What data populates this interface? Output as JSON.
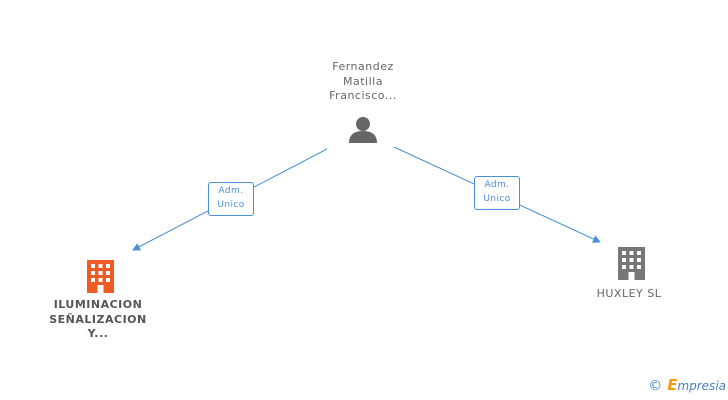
{
  "person": {
    "name_lines": [
      "Fernandez",
      "Matilla",
      "Francisco..."
    ],
    "icon": "person-icon",
    "color": "#666666"
  },
  "companies": [
    {
      "name_lines": [
        "ILUMINACION",
        "SEÑALIZACION",
        "Y..."
      ],
      "icon": "building-icon",
      "color": "#f05a24"
    },
    {
      "name_lines": [
        "HUXLEY SL"
      ],
      "icon": "building-icon",
      "color": "#777777"
    }
  ],
  "edges": [
    {
      "label_lines": [
        "Adm.",
        "Unico"
      ],
      "from": "person",
      "to": "companies.0"
    },
    {
      "label_lines": [
        "Adm.",
        "Unico"
      ],
      "from": "person",
      "to": "companies.1"
    }
  ],
  "colors": {
    "edge": "#4a90d9"
  },
  "brand": {
    "copyright": "©",
    "initial": "E",
    "rest": "mpresia"
  }
}
